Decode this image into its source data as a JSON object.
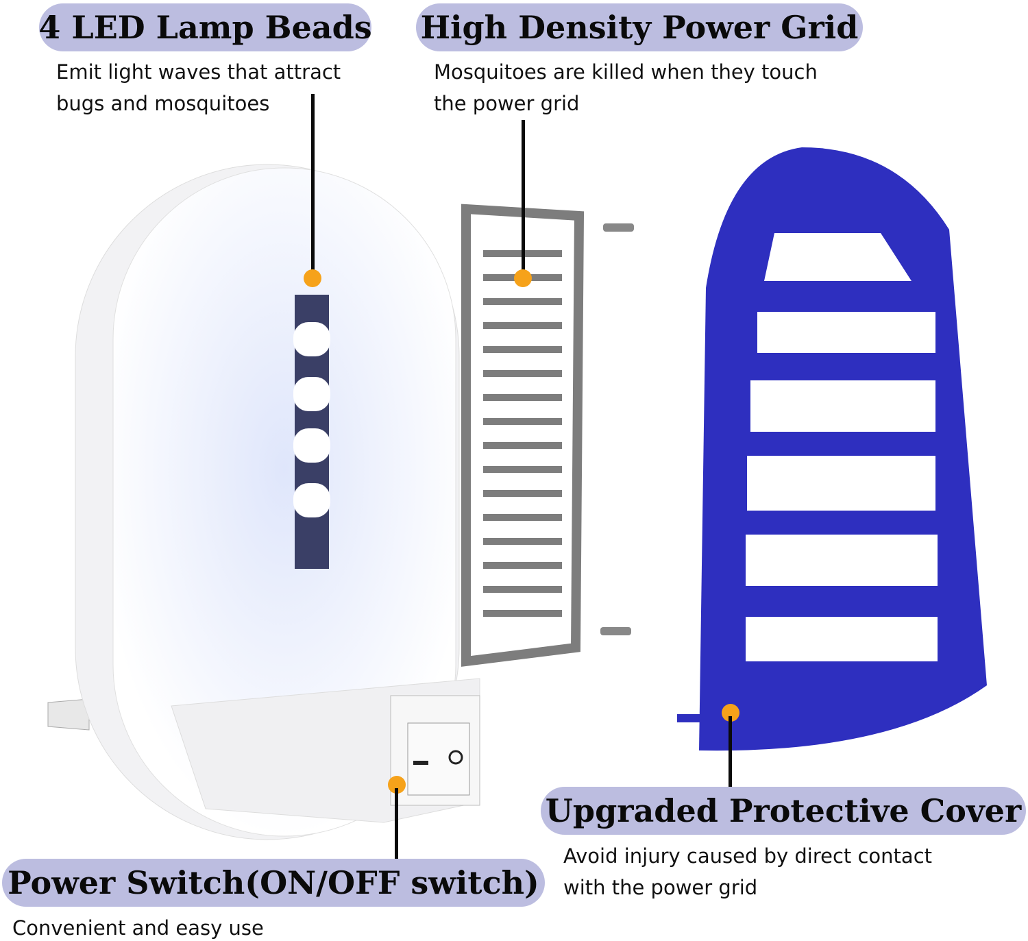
{
  "callouts": {
    "led": {
      "title": "4 LED Lamp Beads",
      "lines": [
        "Emit light waves that attract",
        "bugs and mosquitoes"
      ]
    },
    "grid": {
      "title": "High Density Power Grid",
      "lines": [
        "Mosquitoes are killed when they touch",
        "the power grid"
      ]
    },
    "cover": {
      "title": "Upgraded Protective Cover",
      "lines": [
        "Avoid injury caused by direct contact",
        "with the power grid"
      ]
    },
    "switch": {
      "title": "Power Switch(ON/OFF switch)",
      "lines": [
        "Convenient and easy use"
      ]
    }
  },
  "colors": {
    "pill": "#bcbde0",
    "marker": "#f6a21a",
    "cover": "#2e2fbf",
    "grid": "#7d7d7d"
  }
}
